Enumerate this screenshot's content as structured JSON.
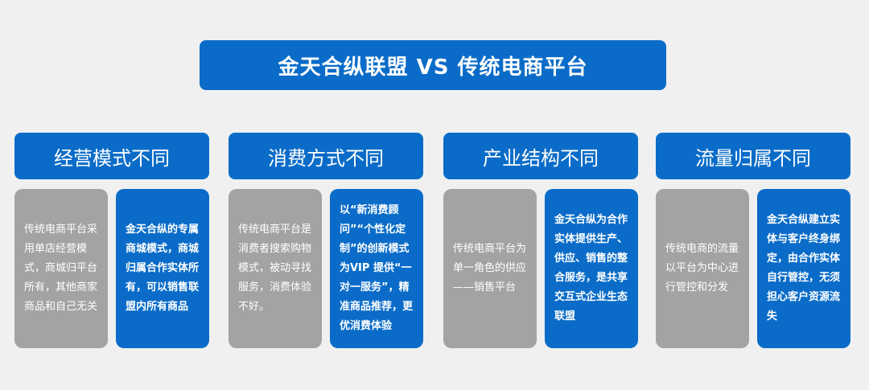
{
  "title": "金天合纵联盟 VS 传统电商平台",
  "columns": [
    {
      "header": "经营模式不同",
      "traditional": "传统电商平台采用单店经营模式，商城归平台所有，其他商家商品和自己无关",
      "jintian": "金天合纵的专属商城模式，商城归属合作实体所有，可以销售联盟内所有商品"
    },
    {
      "header": "消费方式不同",
      "traditional": "传统电商平台是消费者搜索购物模式，被动寻找服务，消费体验不好。",
      "jintian": "以“新消费顾问”“个性化定制”的创新模式为VIP 提供“一对一服务”，精准商品推荐，更优消费体验"
    },
    {
      "header": "产业结构不同",
      "traditional": "传统电商平台为单一角色的供应——销售平台",
      "jintian": "金天合纵为合作实体提供生产、供应、销售的整合服务，是共享交互式企业生态联盟"
    },
    {
      "header": "流量归属不同",
      "traditional": "传统电商的流量以平台为中心进行管控和分发",
      "jintian": "金天合纵建立实体与客户终身绑定，由合作实体自行管控，无须担心客户资源流失"
    }
  ]
}
